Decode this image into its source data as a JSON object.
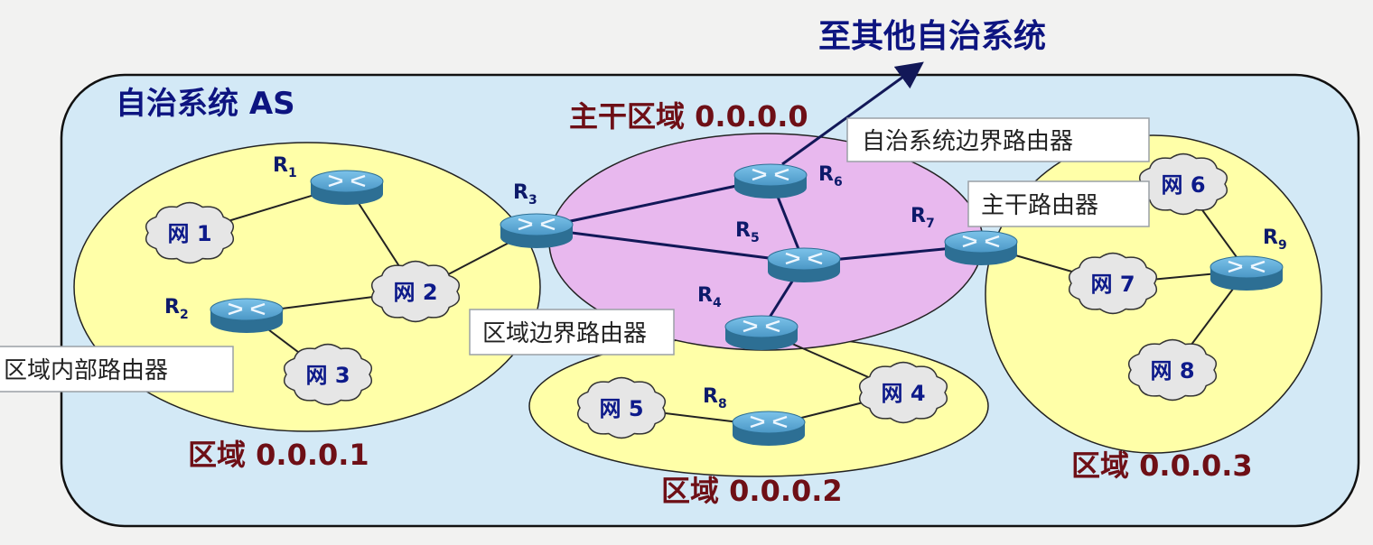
{
  "title": "自治系统 AS",
  "external_label": "至其他自治系统",
  "areas": [
    {
      "id": "backbone",
      "label": "主干区域 0.0.0.0",
      "fill": "#e8b8ee"
    },
    {
      "id": "area1",
      "label": "区域 0.0.0.1",
      "fill": "#ffffa8"
    },
    {
      "id": "area2",
      "label": "区域 0.0.0.2",
      "fill": "#ffffa8"
    },
    {
      "id": "area3",
      "label": "区域 0.0.0.3",
      "fill": "#ffffa8"
    }
  ],
  "routers": [
    {
      "id": "R1",
      "name": "R",
      "sub": "1"
    },
    {
      "id": "R2",
      "name": "R",
      "sub": "2"
    },
    {
      "id": "R3",
      "name": "R",
      "sub": "3"
    },
    {
      "id": "R4",
      "name": "R",
      "sub": "4"
    },
    {
      "id": "R5",
      "name": "R",
      "sub": "5"
    },
    {
      "id": "R6",
      "name": "R",
      "sub": "6"
    },
    {
      "id": "R7",
      "name": "R",
      "sub": "7"
    },
    {
      "id": "R8",
      "name": "R",
      "sub": "8"
    },
    {
      "id": "R9",
      "name": "R",
      "sub": "9"
    }
  ],
  "networks": [
    {
      "id": "N1",
      "label": "网 1"
    },
    {
      "id": "N2",
      "label": "网 2"
    },
    {
      "id": "N3",
      "label": "网 3"
    },
    {
      "id": "N4",
      "label": "网 4"
    },
    {
      "id": "N5",
      "label": "网 5"
    },
    {
      "id": "N6",
      "label": "网 6"
    },
    {
      "id": "N7",
      "label": "网 7"
    },
    {
      "id": "N8",
      "label": "网 8"
    }
  ],
  "links": [
    [
      "R1",
      "N1"
    ],
    [
      "R1",
      "N2"
    ],
    [
      "R2",
      "N2"
    ],
    [
      "R2",
      "N3"
    ],
    [
      "R3",
      "N2"
    ],
    [
      "R3",
      "R6"
    ],
    [
      "R3",
      "R5"
    ],
    [
      "R6",
      "R5"
    ],
    [
      "R5",
      "R7"
    ],
    [
      "R5",
      "R4"
    ],
    [
      "R4",
      "N4"
    ],
    [
      "R8",
      "N4"
    ],
    [
      "R8",
      "N5"
    ],
    [
      "R7",
      "N7"
    ],
    [
      "R9",
      "N7"
    ],
    [
      "R9",
      "N6"
    ],
    [
      "R9",
      "N8"
    ]
  ],
  "callouts": {
    "as_border": "自治系统边界路由器",
    "backbone_router": "主干路由器",
    "area_border": "区域边界路由器",
    "internal": "区域内部路由器"
  },
  "colors": {
    "as_fill": "#d3e9f6",
    "router_top": "#5aa8d6",
    "router_side": "#2d6f94",
    "cloud_fill": "#e6e6e6"
  }
}
